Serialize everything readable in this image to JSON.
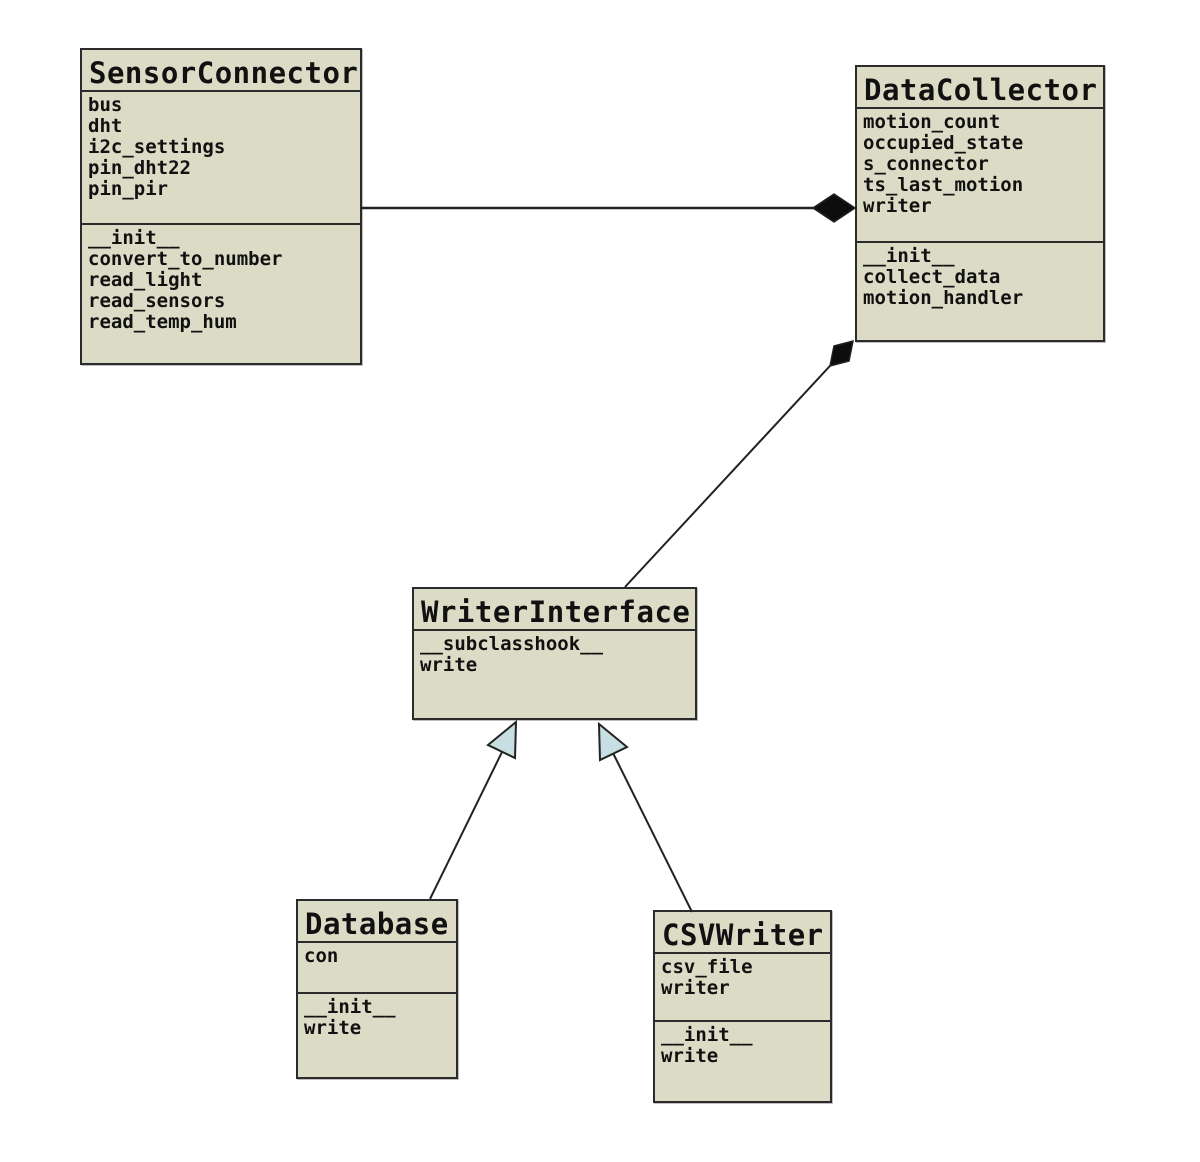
{
  "diagram": {
    "type": "uml-class-diagram",
    "classes": [
      {
        "name": "SensorConnector",
        "attributes": [
          "bus",
          "dht",
          "i2c_settings",
          "pin_dht22",
          "pin_pir"
        ],
        "methods": [
          "__init__",
          "convert_to_number",
          "read_light",
          "read_sensors",
          "read_temp_hum"
        ]
      },
      {
        "name": "DataCollector",
        "attributes": [
          "motion_count",
          "occupied_state",
          "s_connector",
          "ts_last_motion",
          "writer"
        ],
        "methods": [
          "__init__",
          "collect_data",
          "motion_handler"
        ]
      },
      {
        "name": "WriterInterface",
        "attributes": [],
        "methods": [
          "__subclasshook__",
          "write"
        ]
      },
      {
        "name": "Database",
        "attributes": [
          "con"
        ],
        "methods": [
          "__init__",
          "write"
        ]
      },
      {
        "name": "CSVWriter",
        "attributes": [
          "csv_file",
          "writer"
        ],
        "methods": [
          "__init__",
          "write"
        ]
      }
    ],
    "relationships": [
      {
        "from": "SensorConnector",
        "to": "DataCollector",
        "type": "composition"
      },
      {
        "from": "WriterInterface",
        "to": "DataCollector",
        "type": "composition"
      },
      {
        "from": "Database",
        "to": "WriterInterface",
        "type": "inheritance"
      },
      {
        "from": "CSVWriter",
        "to": "WriterInterface",
        "type": "inheritance"
      }
    ],
    "colors": {
      "box_fill": "#dcdcc6",
      "box_border": "#2b2b2b",
      "line": "#222222",
      "inheritance_arrow_fill": "#c7dee3",
      "composition_diamond": "#0d0d0d",
      "background": "#ffffff",
      "text": "#111111"
    }
  }
}
